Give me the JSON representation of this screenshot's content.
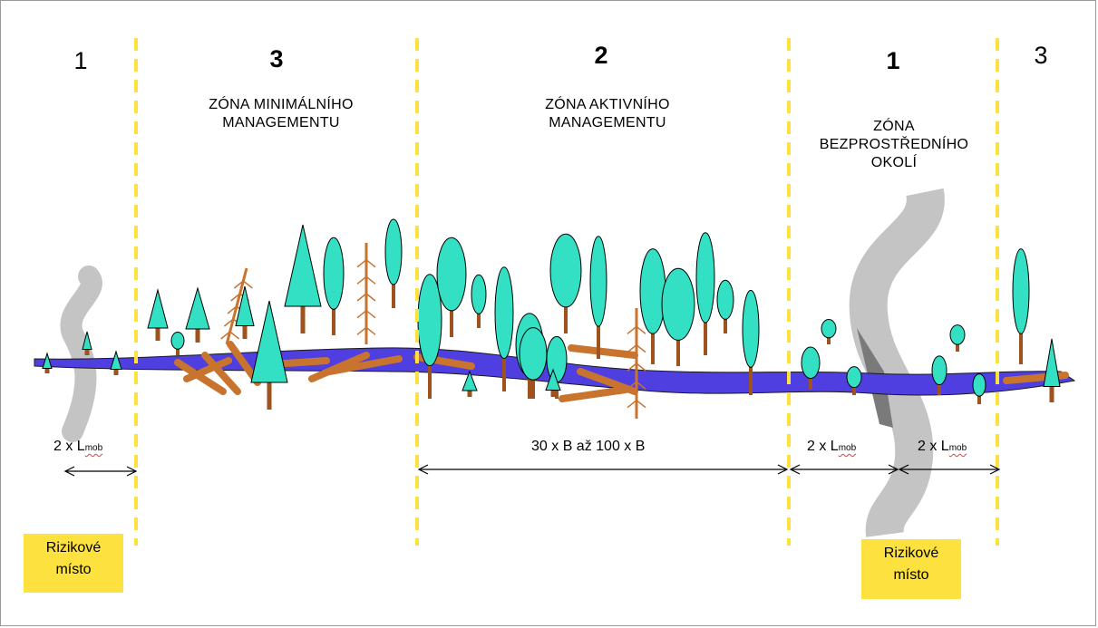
{
  "zones": [
    {
      "number": "1",
      "bold": false
    },
    {
      "number": "3",
      "bold": true,
      "name": "ZÓNA  MINIMÁLNÍHO\nMANAGEMENTU"
    },
    {
      "number": "2",
      "bold": true,
      "name": "ZÓNA  AKTIVNÍHO\nMANAGEMENTU"
    },
    {
      "number": "1",
      "bold": true,
      "name": "ZÓNA\nBEZPROSTŘEDNÍHO\nOKOLÍ"
    },
    {
      "number": "3",
      "bold": false
    }
  ],
  "dimensions": [
    {
      "prefix": "2  x  L",
      "sub": "mob"
    },
    {
      "text": "30 x B  až  100 x B"
    },
    {
      "prefix": "2  x  L",
      "sub": "mob"
    },
    {
      "prefix": "2  x  L",
      "sub": "mob"
    }
  ],
  "risk_labels": [
    "Rizikové\nmísto",
    "Rizikové\nmísto"
  ],
  "colors": {
    "river": "#4f3fe0",
    "tree": "#33e0c4",
    "trunk": "#a0521e",
    "dead_wood": "#c8742e",
    "road": "#c4c4c4",
    "zone_divider": "#fde23f",
    "risk_box": "#fde23f"
  }
}
